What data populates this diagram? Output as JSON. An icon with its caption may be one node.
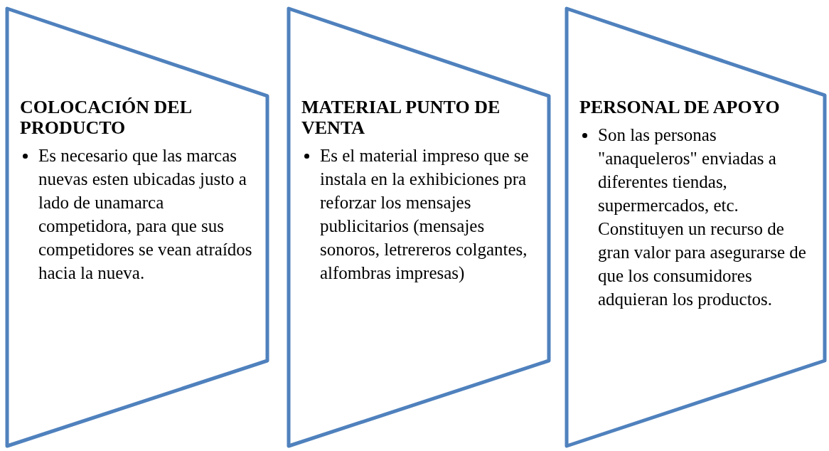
{
  "diagram": {
    "nodes": [
      {
        "text": [
          "COLOCACIÓN DEL PRODUCTO",
          "Es necesario que las marcas nuevas esten ubicadas justo a lado de unamarca competidora, para que sus competidores se vean atraídos  hacia la nueva."
        ]
      },
      {
        "text": [
          "MATERIAL PUNTO DE VENTA",
          "Es el material impreso que se instala en la exhibiciones pra reforzar los mensajes publicitarios (mensajes sonoros, letrereros colgantes, alfombras impresas)"
        ]
      },
      {
        "text": [
          "PERSONAL DE APOYO",
          "Son las personas \"anaqueleros\" enviadas a diferentes tiendas, supermercados, etc. Constituyen un recurso de gran valor para asegurarse de que los consumidores adquieran los productos."
        ]
      }
    ]
  }
}
